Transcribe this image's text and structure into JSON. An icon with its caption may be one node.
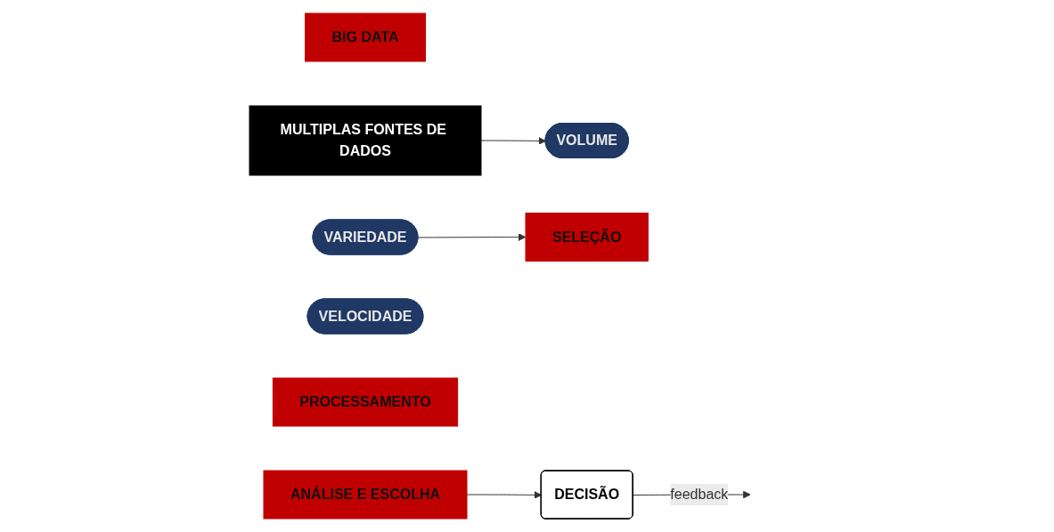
{
  "diagram": {
    "nodes": [
      {
        "text": [
          "BIG DATA"
        ]
      },
      {
        "text": [
          "MULTIPLAS FONTES DE DADOS"
        ]
      },
      {
        "text": [
          "VOLUME"
        ]
      },
      {
        "text": [
          "VARIEDADE"
        ]
      },
      {
        "text": [
          "VELOCIDADE"
        ]
      },
      {
        "text": [
          "SELEÇÃO"
        ]
      },
      {
        "text": [
          "PROCESSAMENTO"
        ]
      },
      {
        "text": [
          "ANÁLISE E ESCOLHA"
        ]
      },
      {
        "text": [
          "DECISÃO"
        ]
      }
    ],
    "edges": [
      {
        "from": 1,
        "to": 2,
        "arrow": "to"
      },
      {
        "from": 3,
        "to": 5,
        "arrow": "to"
      },
      {
        "from": 7,
        "to": 8,
        "arrow": "to"
      },
      {
        "from": 8,
        "to": null,
        "label": "feedback",
        "arrow": "to"
      }
    ]
  }
}
